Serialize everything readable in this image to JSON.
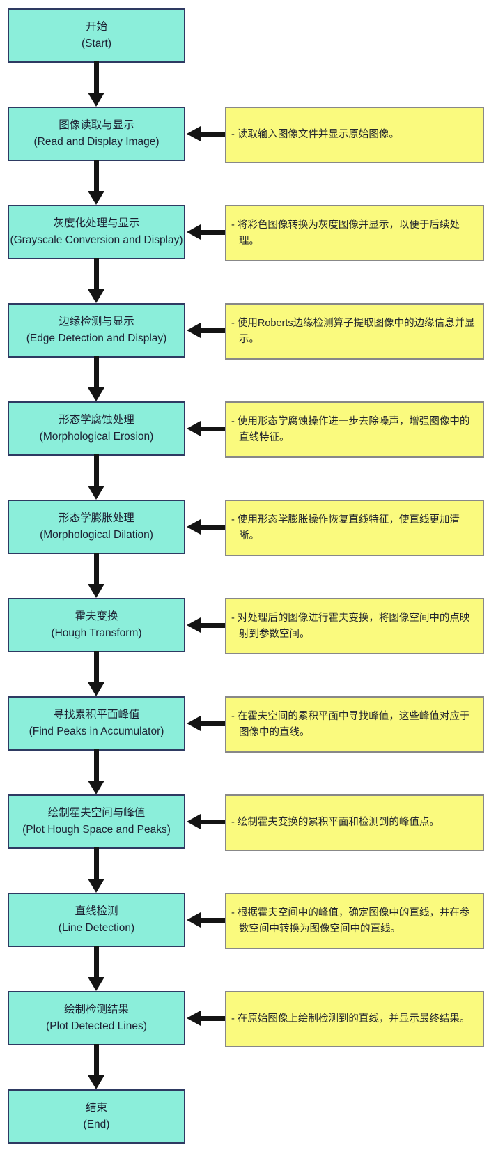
{
  "diagram": {
    "title": "Hough line detection flowchart",
    "background": "#ffffff",
    "node_fill": "#8BEEDA",
    "node_border": "#2E3A62",
    "note_fill": "#FAFA7E",
    "note_border": "#888888",
    "arrow_color": "#141414"
  },
  "steps": [
    {
      "label_zh": "开始",
      "label_en": "(Start)"
    },
    {
      "label_zh": "图像读取与显示",
      "label_en": "(Read and Display Image)",
      "note": "- 读取输入图像文件并显示原始图像。"
    },
    {
      "label_zh": "灰度化处理与显示",
      "label_en": "(Grayscale Conversion and Display)",
      "note": "- 将彩色图像转换为灰度图像并显示，以便于后续处理。"
    },
    {
      "label_zh": "边缘检测与显示",
      "label_en": "(Edge Detection and Display)",
      "note": "- 使用Roberts边缘检测算子提取图像中的边缘信息并显示。"
    },
    {
      "label_zh": "形态学腐蚀处理",
      "label_en": "(Morphological Erosion)",
      "note": "- 使用形态学腐蚀操作进一步去除噪声，增强图像中的直线特征。"
    },
    {
      "label_zh": "形态学膨胀处理",
      "label_en": "(Morphological Dilation)",
      "note": "- 使用形态学膨胀操作恢复直线特征，使直线更加清晰。"
    },
    {
      "label_zh": "霍夫变换",
      "label_en": "(Hough Transform)",
      "note": "- 对处理后的图像进行霍夫变换，将图像空间中的点映射到参数空间。"
    },
    {
      "label_zh": "寻找累积平面峰值",
      "label_en": "(Find Peaks in Accumulator)",
      "note": "- 在霍夫空间的累积平面中寻找峰值，这些峰值对应于图像中的直线。"
    },
    {
      "label_zh": "绘制霍夫空间与峰值",
      "label_en": "(Plot Hough Space and Peaks)",
      "note": "- 绘制霍夫变换的累积平面和检测到的峰值点。"
    },
    {
      "label_zh": "直线检测",
      "label_en": "(Line Detection)",
      "note": "- 根据霍夫空间中的峰值，确定图像中的直线，并在参数空间中转换为图像空间中的直线。"
    },
    {
      "label_zh": "绘制检测结果",
      "label_en": "(Plot Detected Lines)",
      "note": "- 在原始图像上绘制检测到的直线，并显示最终结果。"
    },
    {
      "label_zh": "结束",
      "label_en": "(End)"
    }
  ]
}
